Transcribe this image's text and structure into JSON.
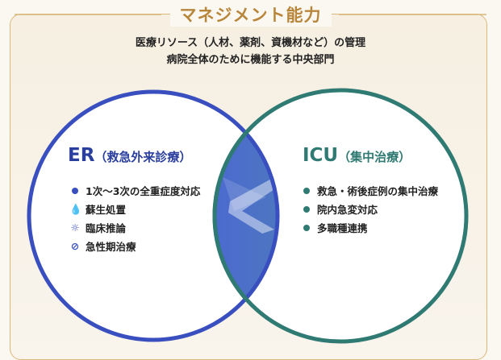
{
  "title": "マネジメント能力",
  "subtitle_lines": [
    "医療リソース（人材、薬剤、資機材など）の管理",
    "病院全体のために機能する中央部門"
  ],
  "colors": {
    "er": "#3a4fbf",
    "icu": "#2f7a72",
    "gold": "#b8863a"
  },
  "er": {
    "title": "ER",
    "subtitle": "（救急外来診療）",
    "items": [
      {
        "icon": "dot-icon",
        "label": "1次〜3次の全重症度対応"
      },
      {
        "icon": "drop-icon",
        "label": "蘇生処置"
      },
      {
        "icon": "lightbulb-icon",
        "label": "臨床推論"
      },
      {
        "icon": "pill-icon",
        "label": "急性期治療"
      }
    ]
  },
  "icu": {
    "title": "ICU",
    "subtitle": "（集中治療）",
    "items": [
      {
        "icon": "dot-icon",
        "label": "救急・術後症例の集中治療"
      },
      {
        "icon": "dot-icon",
        "label": "院内急変対応"
      },
      {
        "icon": "dot-icon",
        "label": "多職種連携"
      }
    ]
  }
}
